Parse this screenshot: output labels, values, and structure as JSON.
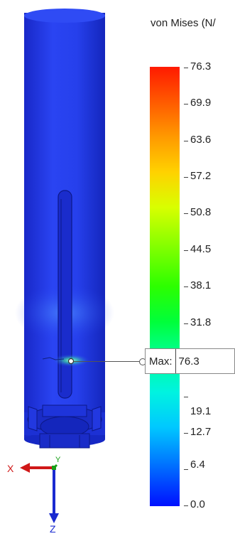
{
  "legend": {
    "title": "von Mises (N/",
    "ticks": [
      "76.3",
      "69.9",
      "63.6",
      "57.2",
      "50.8",
      "44.5",
      "38.1",
      "31.8",
      "19.1",
      "12.7",
      "6.4",
      "0.0"
    ]
  },
  "probe": {
    "label": "Max:",
    "value": "76.3"
  },
  "triad": {
    "x_label": "X",
    "y_label": "Y",
    "z_label": "Z"
  },
  "colors": {
    "model_blue": "#1a2fd6",
    "max_stress": "#ff1a00",
    "min_stress": "#0010ff"
  }
}
